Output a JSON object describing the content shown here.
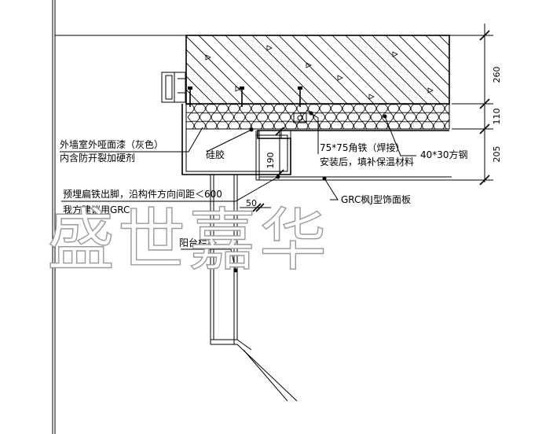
{
  "watermark": "盛世嘉华",
  "labels": {
    "exterior_paint_line1": "外墙室外哑面漆（灰色）",
    "exterior_paint_line2": "内含防开裂加硬剂",
    "sealant": "硅胶",
    "angle_steel_line1": "75*75角铁（焊接）",
    "angle_steel_line2": "安装后，填补保温材料",
    "square_steel": "40*30方钢",
    "embedded_line1": "预埋扁铁出脚，沿构件方向间距＜600",
    "embedded_line2": "我方建议用GRC",
    "grc_panel": "GRC枫J型饰面板",
    "railing": "阳台栏杆"
  },
  "dimensions": {
    "d260": "260",
    "d110": "110",
    "d205": "205",
    "d190": "190",
    "d50": "50"
  }
}
